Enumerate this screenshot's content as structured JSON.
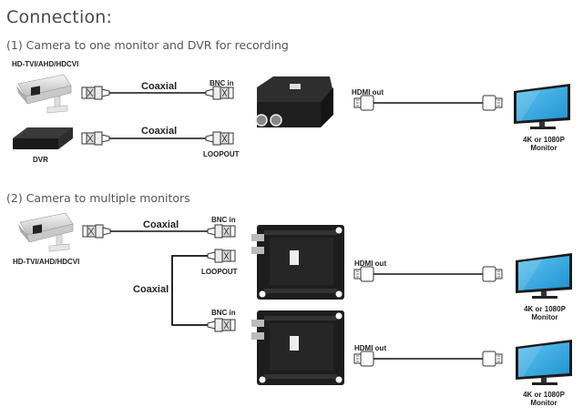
{
  "title": "Connection:",
  "sections": [
    {
      "heading": "(1) Camera to one monitor and DVR for recording",
      "camera_label": "HD-TVI/AHD/HDCVI",
      "dvr_label": "DVR",
      "cable1_label": "Coaxial",
      "cable2_label": "Coaxial",
      "bnc_in_label": "BNC in",
      "loopout_label": "LOOPOUT",
      "hdmi_label": "HDMI out",
      "monitor_label_line1": "4K or 1080P",
      "monitor_label_line2": "Monitor"
    },
    {
      "heading": "(2) Camera to multiple monitors",
      "camera_label": "HD-TVI/AHD/HDCVI",
      "cable1_label": "Coaxial",
      "bnc_in_label_1": "BNC in",
      "loopout_label": "LOOPOUT",
      "cable_link_label": "Coaxial",
      "bnc_in_label_2": "BNC in",
      "hdmi_label_1": "HDMI out",
      "hdmi_label_2": "HDMI out",
      "monitor1_label_line1": "4K or 1080P",
      "monitor1_label_line2": "Monitor",
      "monitor2_label_line1": "4K or 1080P",
      "monitor2_label_line2": "Monitor"
    }
  ],
  "colors": {
    "monitor_screen": "#29a8e0",
    "device_body": "#2b2b2b",
    "cable": "#111111"
  }
}
